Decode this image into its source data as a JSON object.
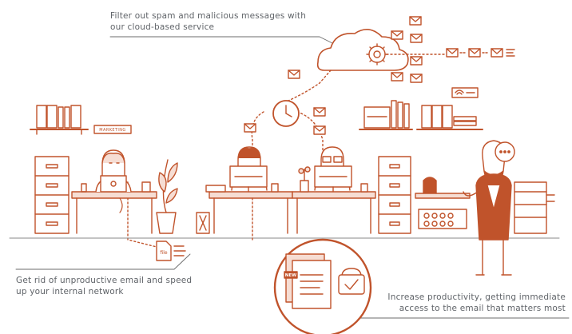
{
  "captions": {
    "top": [
      "Filter out spam and malicious messages with",
      "our cloud-based service"
    ],
    "left": [
      "Get rid of unproductive email and speed",
      "up your internal network"
    ],
    "right": [
      "Increase productivity, getting immediate",
      "access to the email that matters most"
    ]
  },
  "labels": {
    "marketing_sign": "MARKETING",
    "file": "file",
    "new_badge": "NEW"
  },
  "colors": {
    "accent": "#c0532b",
    "accent_light": "#f6ddd3",
    "text": "#5f6368"
  }
}
